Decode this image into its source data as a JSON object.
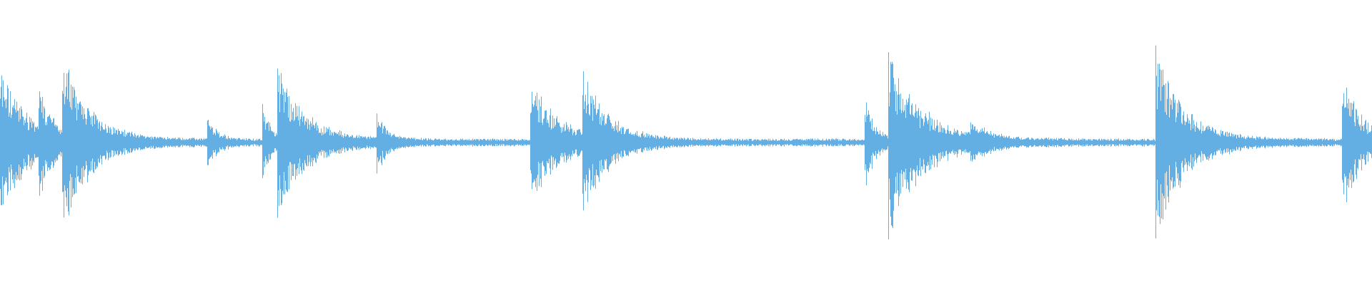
{
  "waveform": {
    "color": "#63aee2",
    "background": "#ffffff",
    "baseline_amplitude": 0.012,
    "noise_amplitude": 0.018,
    "transients": [
      {
        "t": 0.0,
        "peak": 0.55,
        "decay": 0.06
      },
      {
        "t": 0.028,
        "peak": 0.3,
        "decay": 0.025
      },
      {
        "t": 0.045,
        "peak": 0.58,
        "decay": 0.06
      },
      {
        "t": 0.151,
        "peak": 0.2,
        "decay": 0.02
      },
      {
        "t": 0.191,
        "peak": 0.28,
        "decay": 0.02
      },
      {
        "t": 0.202,
        "peak": 0.53,
        "decay": 0.06
      },
      {
        "t": 0.274,
        "peak": 0.22,
        "decay": 0.02
      },
      {
        "t": 0.386,
        "peak": 0.5,
        "decay": 0.055
      },
      {
        "t": 0.424,
        "peak": 0.48,
        "decay": 0.055
      },
      {
        "t": 0.63,
        "peak": 0.38,
        "decay": 0.02
      },
      {
        "t": 0.647,
        "peak": 0.68,
        "decay": 0.07
      },
      {
        "t": 0.707,
        "peak": 0.12,
        "decay": 0.03
      },
      {
        "t": 0.842,
        "peak": 0.72,
        "decay": 0.06
      },
      {
        "t": 0.978,
        "peak": 0.52,
        "decay": 0.04
      }
    ]
  }
}
